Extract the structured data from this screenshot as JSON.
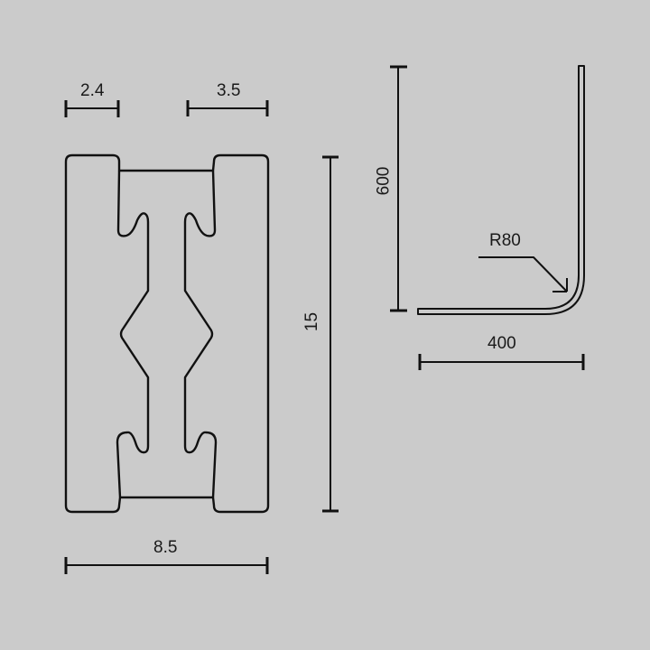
{
  "diagram": {
    "background": "#cbcbcb",
    "stroke_color": "#111111",
    "profile_cross_section": {
      "dimensions": {
        "left_rail_width": "2.4",
        "right_slot_width": "3.5",
        "total_width": "8.5",
        "height": "15"
      }
    },
    "corner_bend": {
      "dimensions": {
        "vertical_leg": "600",
        "horizontal_leg": "400",
        "bend_radius": "R80"
      }
    }
  }
}
